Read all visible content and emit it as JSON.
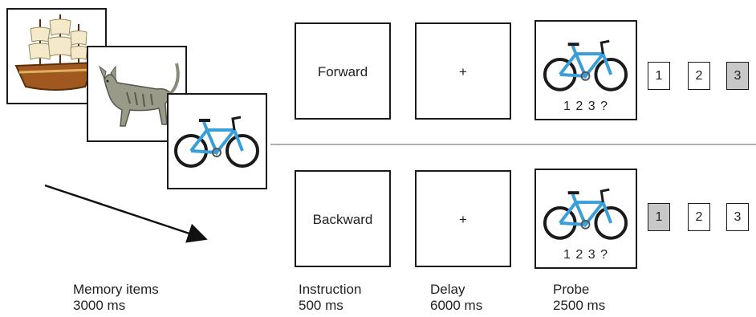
{
  "memory": {
    "label_line1": "Memory items",
    "label_line2": "3000 ms",
    "items": [
      "ship-icon",
      "cat-icon",
      "bicycle-icon"
    ]
  },
  "forward": {
    "instruction_text": "Forward",
    "delay_text": "+",
    "probe_numbers": "1 2 3 ?",
    "responses": [
      "1",
      "2",
      "3"
    ],
    "selected_index": 2
  },
  "backward": {
    "instruction_text": "Backward",
    "delay_text": "+",
    "probe_numbers": "1 2 3 ?",
    "responses": [
      "1",
      "2",
      "3"
    ],
    "selected_index": 0
  },
  "labels": {
    "instruction_line1": "Instruction",
    "instruction_line2": "500 ms",
    "delay_line1": "Delay",
    "delay_line2": "6000 ms",
    "probe_line1": "Probe",
    "probe_line2": "2500 ms"
  },
  "colors": {
    "selected_fill": "#c8c8c8",
    "bike_frame": "#3a9fd8",
    "divider": "#b0b0b0"
  }
}
